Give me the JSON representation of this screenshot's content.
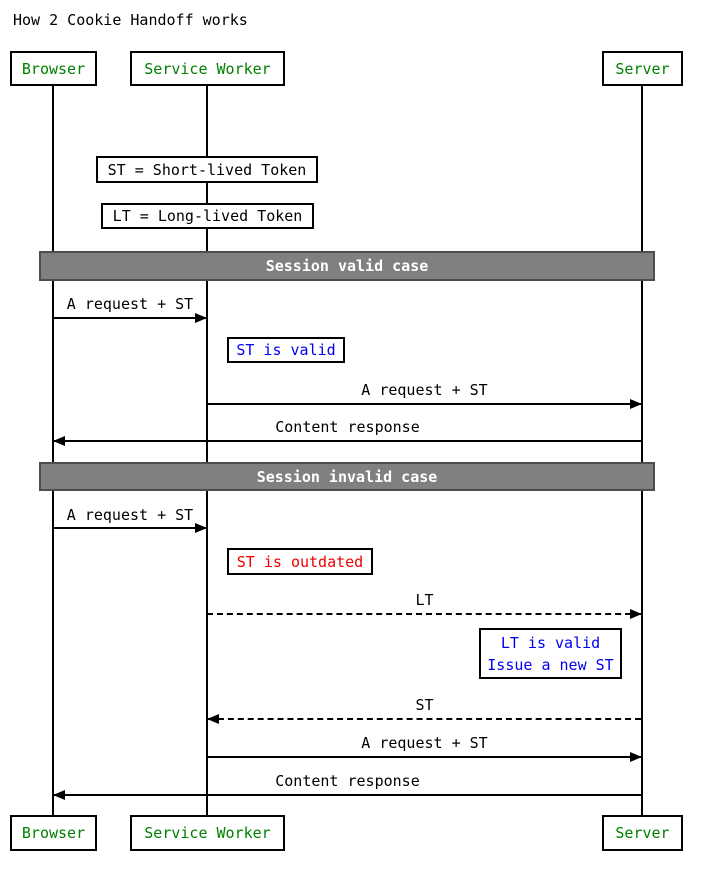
{
  "title": "How 2 Cookie Handoff works",
  "actors": {
    "browser": "Browser",
    "service_worker": "Service Worker",
    "server": "Server"
  },
  "definitions": {
    "st": "ST = Short-lived Token",
    "lt": "LT = Long-lived Token"
  },
  "sections": {
    "valid": "Session valid case",
    "invalid": "Session invalid case"
  },
  "messages": {
    "request_st": "A request + ST",
    "content_response": "Content response",
    "lt": "LT",
    "st": "ST"
  },
  "notes": {
    "st_valid": "ST is valid",
    "st_outdated": "ST is outdated",
    "lt_valid_1": "LT is valid",
    "lt_valid_2": "Issue a new ST"
  },
  "colors": {
    "line": "#000000",
    "actor_text": "#008000",
    "note_info": "#0000ee",
    "note_error": "#ee0000",
    "section_fill": "#808080",
    "section_border": "#4d4d4d",
    "section_text": "#ffffff"
  }
}
